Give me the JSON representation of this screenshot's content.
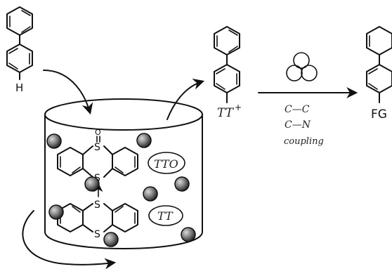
{
  "labels": {
    "hydrogen": "H",
    "sulfoxide_O": "O",
    "sulfur_top": "S",
    "sulfur_bridge": "S",
    "sulfur_mid": "S",
    "sulfur_bottom": "S",
    "tto": "TTO",
    "tt": "TT",
    "tt_plus": "TT",
    "tt_plus_charge": "+",
    "fg": "FG",
    "cc": "C—C",
    "cn": "C—N",
    "coupling": "coupling"
  },
  "icons": {
    "catalyst": "three-circles-icon",
    "ball": "grinding-ball-icon"
  },
  "colors": {
    "ink": "#111111",
    "ball_dark": "#2b2b2b",
    "ball_light": "#9a9a9a"
  }
}
